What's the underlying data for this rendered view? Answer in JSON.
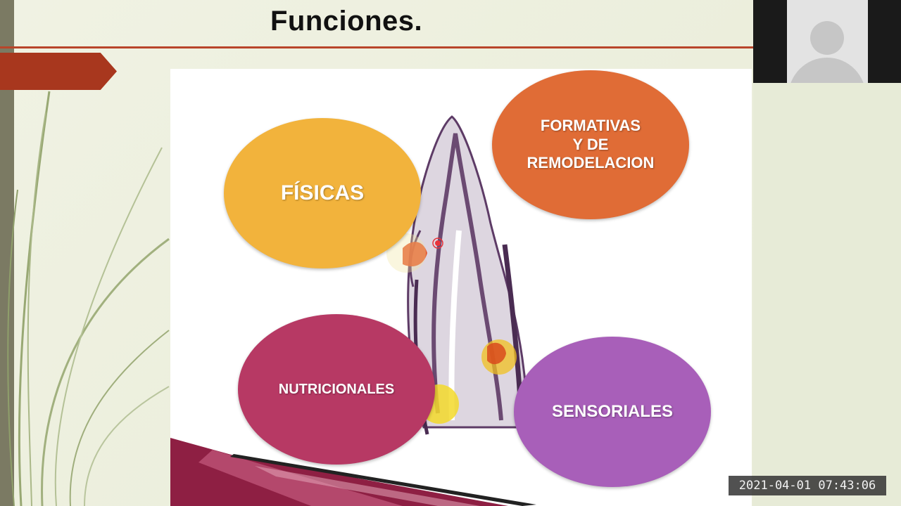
{
  "slide": {
    "title": "Funciones.",
    "diagram": {
      "ovals": [
        {
          "label": "FÍSICAS",
          "color": "#f2b33c"
        },
        {
          "label": "FORMATIVAS\nY DE\nREMODELACION",
          "color": "#e06c36"
        },
        {
          "label": "NUTRICIONALES",
          "color": "#b73964"
        },
        {
          "label": "SENSORIALES",
          "color": "#a85fb9"
        }
      ]
    }
  },
  "overlay": {
    "timestamp": "2021-04-01  07:43:06"
  },
  "colors": {
    "accent": "#b8452a",
    "arrow": "#a8371e"
  },
  "icons": {
    "webcam_avatar": "user-avatar-icon"
  }
}
